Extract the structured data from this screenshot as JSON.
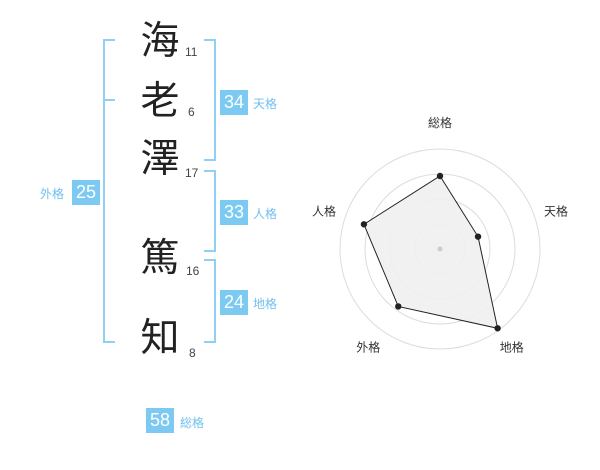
{
  "name_chars": [
    {
      "char": "海",
      "strokes": "11"
    },
    {
      "char": "老",
      "strokes": "6"
    },
    {
      "char": "澤",
      "strokes": "17"
    },
    {
      "char": "篤",
      "strokes": "16"
    },
    {
      "char": "知",
      "strokes": "8"
    }
  ],
  "fortune": {
    "tenkaku": {
      "value": "34",
      "label": "天格"
    },
    "jinkaku": {
      "value": "33",
      "label": "人格"
    },
    "chikaku": {
      "value": "24",
      "label": "地格"
    },
    "gaikaku": {
      "value": "25",
      "label": "外格"
    },
    "soukaku": {
      "value": "58",
      "label": "総格"
    }
  },
  "colors": {
    "accent": "#7ccaf2",
    "bracket": "#8fd0f4",
    "label": "#6fc0ee",
    "radar_fill": "#efefef",
    "radar_line": "#222222"
  },
  "chart_data": {
    "type": "radar",
    "axes": [
      "総格",
      "天格",
      "地格",
      "外格",
      "人格"
    ],
    "values": [
      0.73,
      0.4,
      0.98,
      0.71,
      0.8
    ],
    "max": 1,
    "rings": 4,
    "grid": true
  }
}
